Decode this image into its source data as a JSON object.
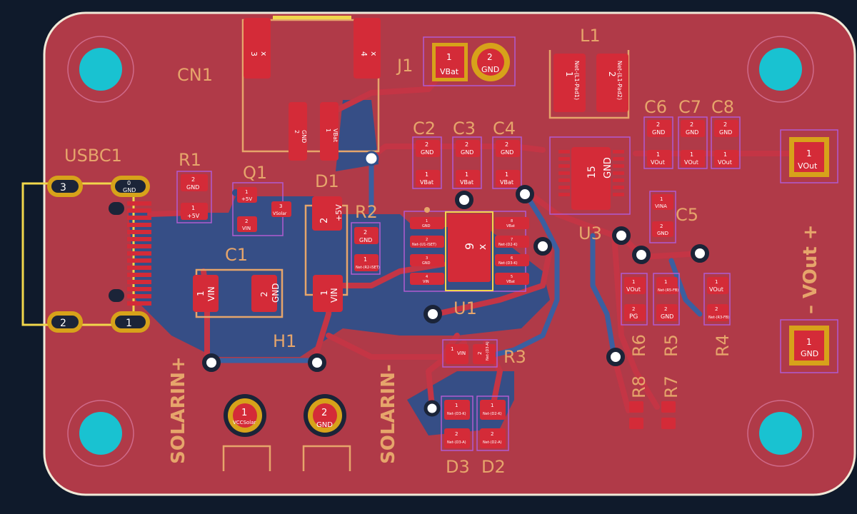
{
  "colors": {
    "background": "#0f1a2b",
    "board_edge": "#f0e9d8",
    "copper_front": "#b03a48",
    "copper_back": "#2f4f8a",
    "pad": "#d42b38",
    "pad_text": "#ffffff",
    "silkscreen": "#e6a56b",
    "courtyard": "#b15bd1",
    "via": "#ffffff",
    "mount_hole": "#19c2d1",
    "gold": "#d7a21a",
    "outline_yellow": "#f1d74b"
  },
  "silk": {
    "cn1": "CN1",
    "j1": "J1",
    "l1": "L1",
    "usbc1": "USBC1",
    "r1": "R1",
    "q1": "Q1",
    "d1": "D1",
    "r2": "R2",
    "c1": "C1",
    "c2": "C2",
    "c3": "C3",
    "c4": "C4",
    "c5": "C5",
    "c6": "C6",
    "c7": "C7",
    "c8": "C8",
    "u1": "U1",
    "u3": "U3",
    "h1": "H1",
    "r3": "R3",
    "r4": "R4",
    "r5": "R5",
    "r6": "R6",
    "r7": "R7",
    "r8": "R8",
    "d2": "D2",
    "d3": "D3",
    "solarin_plus": "SOLARIN+",
    "solarin_minus": "SOLARIN-",
    "vout_label": "– VOut +"
  },
  "pads": {
    "cn1_p3": "3",
    "cn1_x": "x",
    "cn1_p4": "4",
    "j1_p1": "1",
    "j1_p1_net": "VBat",
    "j1_p2": "2",
    "j1_p2_net": "GND",
    "l1_p1": "1",
    "l1_p1_net": "Net-(L1-Pad1)",
    "l1_p2": "2",
    "l1_p2_net": "Net-(L1-Pad2)",
    "usb_p3": "3",
    "usb_p0": "0",
    "usb_p0_net": "GND",
    "usb_p2": "2",
    "usb_p1": "1",
    "r1_p2": "2",
    "r1_p2_net": "GND",
    "r1_p1": "1",
    "r1_p1_net": "+5V",
    "q1_p1": "1",
    "q1_p1_net": "+5V",
    "q1_p2": "2",
    "q1_p2_net": "VIN",
    "q1_p3": "3",
    "q1_p3_net": "VSolar",
    "d1_p2": "2",
    "d1_p2_net": "+5V",
    "d1_small_p2": "2",
    "d1_small_p2_net": "GND",
    "d1_small_p1": "1",
    "d1_small_p1_net": "VBat",
    "r2_p2": "2",
    "r2_p2_net": "GND",
    "r2_p1": "1",
    "r2_p1_net": "Net-(R2-ISET)",
    "c1_p1": "1",
    "c1_p1_net": "VIN",
    "c1_p2": "2",
    "c1_p2_net": "GND",
    "c2_p2": "2",
    "c2_p2_net": "GND",
    "c2_p1": "1",
    "c2_p1_net": "VBat",
    "c3_p2": "2",
    "c3_p2_net": "GND",
    "c3_p1": "1",
    "c3_p1_net": "VBat",
    "c4_p2": "2",
    "c4_p2_net": "GND",
    "c4_p1": "1",
    "c4_p1_net": "VBat",
    "c6_p2": "2",
    "c6_p2_net": "GND",
    "c6_p1": "1",
    "c6_p1_net": "VOut",
    "c7_p2": "2",
    "c7_p2_net": "GND",
    "c7_p1": "1",
    "c7_p1_net": "VOut",
    "c8_p2": "2",
    "c8_p2_net": "GND",
    "c8_p1": "1",
    "c8_p1_net": "VOut",
    "c5_p1": "1",
    "c5_p1_net": "VINA",
    "c5_p2": "2",
    "c5_p2_net": "GND",
    "u3_center": "15",
    "u3_center_net": "GND",
    "u1_center": "9",
    "u1_center_x": "x",
    "u1_p1": "1",
    "u1_p1_net": "GND",
    "u1_p2": "2",
    "u1_p2_net": "Net-(U1-ISET)",
    "u1_p3": "3",
    "u1_p3_net": "GND",
    "u1_p4": "4",
    "u1_p4_net": "VIN",
    "u1_p5": "5",
    "u1_p5_net": "VBat",
    "u1_p6": "6",
    "u1_p6_net": "Net-(D3-K)",
    "u1_p7": "7",
    "u1_p7_net": "Net-(D2-K)",
    "u1_p8": "8",
    "u1_p8_net": "VBat",
    "h1_p1": "1",
    "h1_p1_net": "VIN",
    "r3_p1": "1",
    "r3_p1_net": "VIN",
    "r3_p2": "2",
    "r3_p2_net": "Net-(D3-A)",
    "r4_p1": "1",
    "r4_p1_net": "VOut",
    "r4_p2": "2",
    "r4_p2_net": "Net-(R3-FB)",
    "r5_p1": "1",
    "r5_p1_net": "Net-(R5-FB)",
    "r5_p2": "2",
    "r5_p2_net": "GND",
    "r6_p1": "1",
    "r6_p1_net": "VOut",
    "r6_p2": "2",
    "r6_p2_net": "PG",
    "d3_p1": "1",
    "d3_p1_net": "Net-(D3-K)",
    "d3_p2": "2",
    "d3_p2_net": "Net-(D3-A)",
    "d2_p1": "1",
    "d2_p1_net": "Net-(D2-K)",
    "d2_p2": "2",
    "d2_p2_net": "Net-(D2-A)",
    "solar1_p1": "1",
    "solar1_p1_net": "VCCSolar",
    "solar2_p2": "2",
    "solar2_p2_net": "GND",
    "vout_p1": "1",
    "vout_p1_net": "VOut",
    "gnd_p1": "1",
    "gnd_p1_net": "GND"
  }
}
